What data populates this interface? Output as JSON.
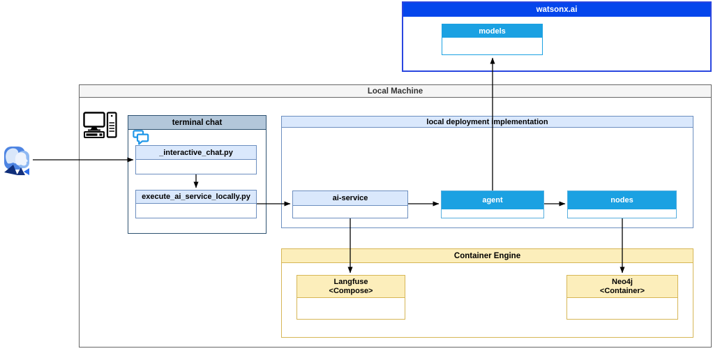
{
  "watsonx": {
    "title": "watsonx.ai",
    "models_label": "models"
  },
  "local_machine": {
    "title": "Local Machine"
  },
  "terminal_chat": {
    "title": "terminal chat",
    "interactive_chat": "_interactive_chat.py",
    "execute_service": "execute_ai_service_locally.py"
  },
  "local_deployment": {
    "title": "local deployment implementation",
    "ai_service": "ai-service",
    "agent": "agent",
    "nodes": "nodes"
  },
  "container_engine": {
    "title": "Container Engine",
    "langfuse_name": "Langfuse",
    "langfuse_type": "<Compose>",
    "neo4j_name": "Neo4j",
    "neo4j_type": "<Container>"
  },
  "icons": {
    "user": "users-icon",
    "computer": "desktop-computer-icon",
    "chat": "chat-bubbles-icon"
  },
  "colors": {
    "watsonx-blue": "#0546EC",
    "watsonx-border": "#2A46E0",
    "sky-blue": "#1BA1E2",
    "sky-border": "#56AEDE",
    "light-blue-fill": "#DAE8FC",
    "light-blue-border": "#6C8EBF",
    "terminal-header": "#B3C7DA",
    "terminal-border": "#2D5170",
    "gray-header": "#F5F5F5",
    "gray-border": "#666666",
    "yellow-fill": "#FCEEBB",
    "yellow-border": "#D6B656",
    "arrow": "#000000"
  }
}
